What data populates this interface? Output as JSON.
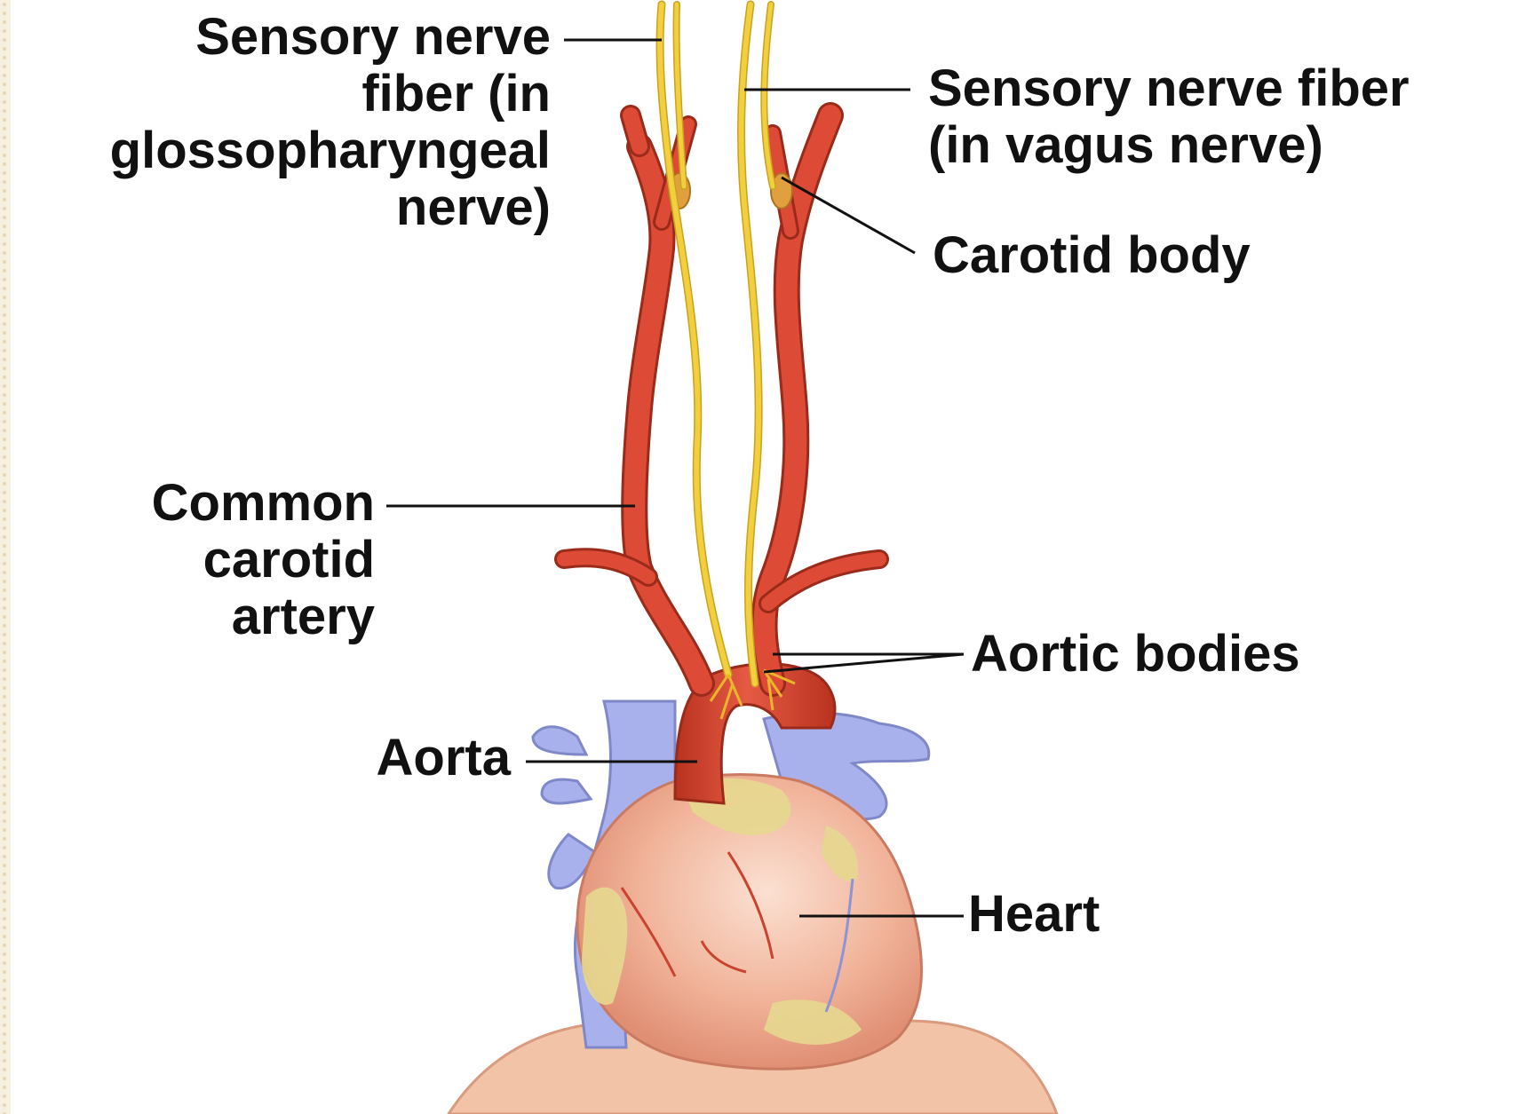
{
  "labels": {
    "sensory_glosso": "Sensory nerve\nfiber  (in\nglossopharyngeal\nnerve)",
    "sensory_vagus": "Sensory nerve fiber\n(in vagus nerve)",
    "carotid_body": "Carotid body",
    "common_carotid": "Common\ncarotid\nartery",
    "aortic_bodies": "Aortic bodies",
    "aorta": "Aorta",
    "heart": "Heart"
  },
  "colors": {
    "artery": "#d9412f",
    "artery_shade": "#b8321f",
    "nerve": "#f1cf3f",
    "vein": "#a9b1ec",
    "heart": "#f1b49a",
    "fat": "#e6d88f",
    "base": "#f3c3a8",
    "leader": "#111111",
    "border_pattern": "#e9dfc5"
  }
}
